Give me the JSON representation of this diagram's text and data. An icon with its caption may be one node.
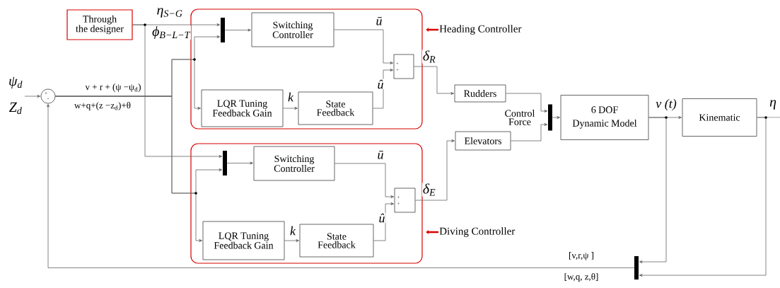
{
  "diagram": {
    "nodes": [
      {
        "text": [
          "Through the designer"
        ]
      },
      {
        "text": [
          "Heading Controller"
        ]
      },
      {
        "text": [],
        "shape": "bar",
        "in": 1
      },
      {
        "text": [
          "Switching Controller"
        ],
        "in": 1
      },
      {
        "text": [
          "LQR Tuning Feedback Gain"
        ],
        "in": 1
      },
      {
        "text": [
          "State Feedback"
        ],
        "in": 1
      },
      {
        "text": [
          "+",
          "+"
        ],
        "in": 1
      },
      {
        "text": [
          "Diving Controller"
        ]
      },
      {
        "text": [],
        "shape": "bar",
        "in": 7
      },
      {
        "text": [
          "Switching Controller"
        ],
        "in": 7
      },
      {
        "text": [
          "LQR Tuning Feedback Gain"
        ],
        "in": 7
      },
      {
        "text": [
          "State Feedback"
        ],
        "in": 7
      },
      {
        "text": [
          "+",
          "+"
        ],
        "in": 7
      },
      {
        "text": [
          "Rudders"
        ]
      },
      {
        "text": [
          "Elevators"
        ]
      },
      {
        "text": [],
        "shape": "bar"
      },
      {
        "text": [
          "6 DOF",
          "Dynamic Model"
        ]
      },
      {
        "text": [
          "Kinematic"
        ]
      },
      {
        "text": [
          "+",
          "-"
        ]
      },
      {
        "text": [],
        "shape": "bar"
      }
    ],
    "edges": [
      {
        "from": null,
        "to": 18,
        "arrow": "to"
      },
      {
        "from": 0,
        "to": 2,
        "arrow": "to",
        "label": "η$_{S−G}$"
      },
      {
        "from": 18,
        "to": 2,
        "arrow": "to",
        "label": "ϕ$_{B−L−T}$"
      },
      {
        "from": 2,
        "to": 3,
        "arrow": "to"
      },
      {
        "from": 18,
        "to": 4,
        "arrow": "to"
      },
      {
        "from": 4,
        "to": 5,
        "arrow": "to",
        "label": "k"
      },
      {
        "from": 3,
        "to": 6,
        "arrow": "to",
        "label": "ū"
      },
      {
        "from": 5,
        "to": 6,
        "arrow": "to",
        "label": "û"
      },
      {
        "from": 0,
        "to": 8,
        "arrow": "to"
      },
      {
        "from": 18,
        "to": 8,
        "arrow": "to"
      },
      {
        "from": 18,
        "to": 10,
        "arrow": "to"
      },
      {
        "from": 8,
        "to": 9,
        "arrow": "to"
      },
      {
        "from": 10,
        "to": 11,
        "arrow": "to",
        "label": "k"
      },
      {
        "from": 9,
        "to": 12,
        "arrow": "to",
        "label": "ū"
      },
      {
        "from": 11,
        "to": 12,
        "arrow": "to",
        "label": "û"
      },
      {
        "from": 6,
        "to": 13,
        "arrow": "to",
        "label": "δ$_{R}$"
      },
      {
        "from": 12,
        "to": 14,
        "arrow": "to",
        "label": "δ$_{E}$"
      },
      {
        "from": 13,
        "to": 15,
        "arrow": "to"
      },
      {
        "from": 14,
        "to": 15,
        "arrow": "to"
      },
      {
        "from": 15,
        "to": 16,
        "arrow": "to"
      },
      {
        "from": 16,
        "to": 17,
        "arrow": "to",
        "label": "v (t)"
      },
      {
        "from": 17,
        "to": null,
        "arrow": "none",
        "label": "η"
      },
      {
        "from": 16,
        "to": 19,
        "arrow": "to"
      },
      {
        "from": 17,
        "to": 19,
        "arrow": "to"
      },
      {
        "from": 19,
        "to": 18,
        "arrow": "to"
      }
    ],
    "labels": [
      "v + r + (ψ −ψ$_{d}$)",
      "w+q+(z −z$_{d}$)+θ",
      "ψ$_{d}$",
      "Z$_{d}$",
      "[v,r,ψ ]",
      "[w,q, z,θ]",
      "Control Force"
    ]
  }
}
